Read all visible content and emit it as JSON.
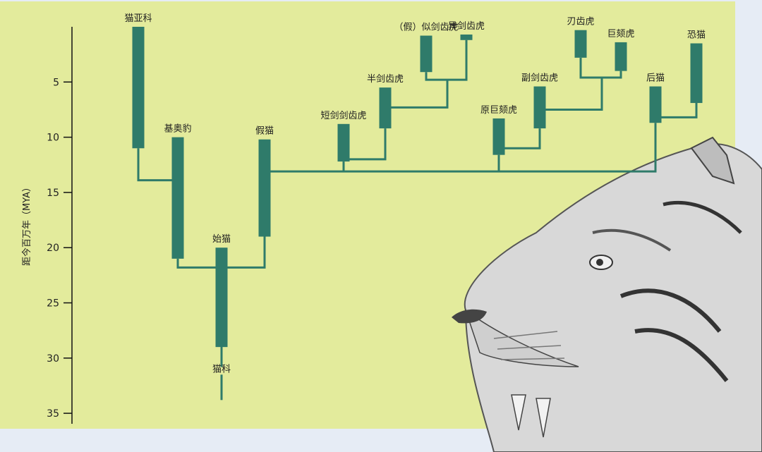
{
  "chart_data": {
    "type": "phylogenetic-timeline",
    "ylabel": "距今百万年（MYA）",
    "ylim": [
      0,
      35
    ],
    "ticks": [
      5,
      10,
      15,
      20,
      25,
      30,
      35
    ],
    "colors": {
      "bar": "#2f7b6a",
      "panel": "#e3eb9c",
      "page": "#e6ecf5"
    },
    "taxa": [
      {
        "id": "felidae",
        "label": "猫科",
        "start": 33.8,
        "end": 28.8,
        "label_below": true
      },
      {
        "id": "proailurus",
        "label": "始猫",
        "start": 29,
        "end": 20
      },
      {
        "id": "pseudaelurus",
        "label": "假猫",
        "start": 19,
        "end": 10.2
      },
      {
        "id": "felinae",
        "label": "猫亚科",
        "start": 11,
        "end": 0
      },
      {
        "id": "hyperailurictis",
        "label": "基奥豹",
        "start": 21,
        "end": 10
      },
      {
        "id": "nimravides",
        "label": "短剑剑齿虎",
        "start": 12.2,
        "end": 8.8
      },
      {
        "id": "machairodus",
        "label": "半剑齿虎",
        "start": 9.2,
        "end": 5.5
      },
      {
        "id": "paramachairodus",
        "label": "（假）似剑齿虎",
        "start": 4.1,
        "end": 0.8
      },
      {
        "id": "xenosmilus",
        "label": "异剑齿虎",
        "start": 1.2,
        "end": 0.7
      },
      {
        "id": "promegantereon",
        "label": "原巨颏虎",
        "start": 11.6,
        "end": 8.3
      },
      {
        "id": "paramachaerodus",
        "label": "副剑齿虎",
        "start": 9.2,
        "end": 5.4
      },
      {
        "id": "smilodon",
        "label": "刃齿虎",
        "start": 2.8,
        "end": 0.3
      },
      {
        "id": "megantereon",
        "label": "巨颏虎",
        "start": 4.0,
        "end": 1.4
      },
      {
        "id": "metailurus",
        "label": "后猫",
        "start": 8.7,
        "end": 5.4
      },
      {
        "id": "dinofelis",
        "label": "恐猫",
        "start": 6.9,
        "end": 1.5
      }
    ]
  }
}
